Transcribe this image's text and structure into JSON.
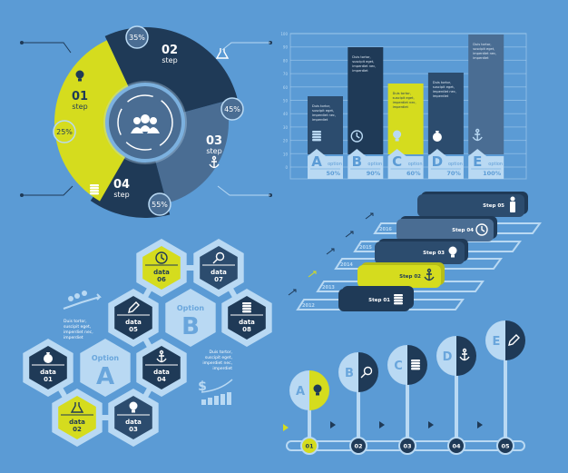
{
  "colors": {
    "background": "#5b9bd5",
    "navy": "#1f3a57",
    "dark": "#2c4c6e",
    "slate": "#4a6d93",
    "yellow": "#d5dc1e",
    "light": "#b9d9f3"
  },
  "radial": {
    "steps": [
      {
        "num": "01",
        "label": "step",
        "percent": "25%",
        "icon": "lightbulb-icon"
      },
      {
        "num": "02",
        "label": "step",
        "percent": "35%",
        "icon": "flask-icon"
      },
      {
        "num": "03",
        "label": "step",
        "percent": "45%",
        "icon": "anchor-icon"
      },
      {
        "num": "04",
        "label": "step",
        "percent": "55%",
        "icon": "database-icon"
      }
    ],
    "center_icon": "people-icon"
  },
  "bars": {
    "axis_ticks": [
      "0",
      "10",
      "20",
      "30",
      "40",
      "50",
      "60",
      "70",
      "80",
      "90",
      "100"
    ],
    "items": [
      {
        "letter": "A",
        "option": "option",
        "value": "50%",
        "text": "Duis tortor, suscipit eget, imperdiet nec, imperdiet",
        "icon": "database-icon"
      },
      {
        "letter": "B",
        "option": "option",
        "value": "90%",
        "text": "Duis tortor, suscipit eget, imperdiet nec, imperdiet",
        "icon": "clock-icon"
      },
      {
        "letter": "C",
        "option": "option",
        "value": "60%",
        "text": "Duis tortor, suscipit eget, imperdiet nec, imperdiet",
        "icon": "lightbulb-icon"
      },
      {
        "letter": "D",
        "option": "option",
        "value": "70%",
        "text": "Duis tortor, suscipit eget, imperdiet nec, imperdiet",
        "icon": "money-bag-icon"
      },
      {
        "letter": "E",
        "option": "option",
        "value": "100%",
        "text": "Duis tortor, suscipit eget, imperdiet nec, imperdiet",
        "icon": "anchor-icon"
      }
    ]
  },
  "stairs": {
    "years": [
      "2012",
      "2013",
      "2014",
      "2015",
      "2016"
    ],
    "steps": [
      {
        "label": "Step 01",
        "icon": "database-icon"
      },
      {
        "label": "Step 02",
        "icon": "anchor-icon"
      },
      {
        "label": "Step 03",
        "icon": "lightbulb-icon"
      },
      {
        "label": "Step 04",
        "icon": "clock-icon"
      },
      {
        "label": "Step 05",
        "icon": "person-icon"
      }
    ]
  },
  "hexes": {
    "items": [
      {
        "label": "data",
        "num": "01",
        "icon": "money-bag-icon"
      },
      {
        "label": "data",
        "num": "02",
        "icon": "flask-icon"
      },
      {
        "label": "data",
        "num": "03",
        "icon": "lightbulb-icon"
      },
      {
        "label": "data",
        "num": "04",
        "icon": "anchor-icon"
      },
      {
        "label": "data",
        "num": "05",
        "icon": "pencil-icon"
      },
      {
        "label": "data",
        "num": "06",
        "icon": "clock-icon"
      },
      {
        "label": "data",
        "num": "07",
        "icon": "search-icon"
      },
      {
        "label": "data",
        "num": "08",
        "icon": "database-icon"
      }
    ],
    "option_a": {
      "label": "Option",
      "letter": "A"
    },
    "option_b": {
      "label": "Option",
      "letter": "B"
    },
    "text_1": [
      "Duis tortor,",
      "suscipit eget,",
      "imperdiet nec,",
      "imperdiet"
    ],
    "text_2": [
      "Duis tortor,",
      "suscipit eget,",
      "imperdiet nec,",
      "imperdiet"
    ]
  },
  "timeline": {
    "items": [
      {
        "letter": "A",
        "num": "01",
        "icon": "lightbulb-icon"
      },
      {
        "letter": "B",
        "num": "02",
        "icon": "search-icon"
      },
      {
        "letter": "C",
        "num": "03",
        "icon": "database-icon"
      },
      {
        "letter": "D",
        "num": "04",
        "icon": "anchor-icon"
      },
      {
        "letter": "E",
        "num": "05",
        "icon": "pencil-icon"
      }
    ]
  }
}
